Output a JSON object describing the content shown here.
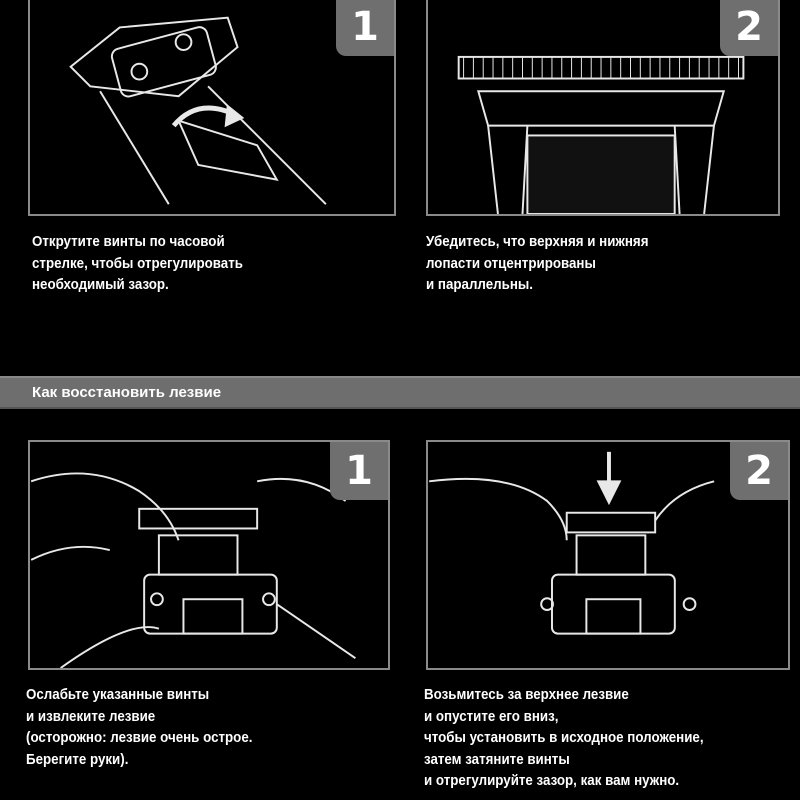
{
  "top_steps": [
    {
      "number": "1",
      "lines": [
        "Открутите винты по часовой",
        "стрелке, чтобы отрегулировать",
        "необходимый зазор."
      ]
    },
    {
      "number": "2",
      "lines": [
        "Убедитесь, что верхняя и нижняя",
        "лопасти отцентрированы",
        "и параллельны."
      ]
    }
  ],
  "section": {
    "title": "Как восстановить лезвие"
  },
  "bottom_steps": [
    {
      "number": "1",
      "lines": [
        "Ослабьте указанные винты",
        "и извлеките лезвие",
        "(осторожно: лезвие очень острое.",
        "Берегите руки)."
      ]
    },
    {
      "number": "2",
      "lines": [
        "Возьмитесь за верхнее лезвие",
        "и опустите его вниз,",
        "чтобы установить в исходное положение,",
        "затем затяните винты",
        "и отрегулируйте зазор, как вам нужно."
      ]
    }
  ]
}
